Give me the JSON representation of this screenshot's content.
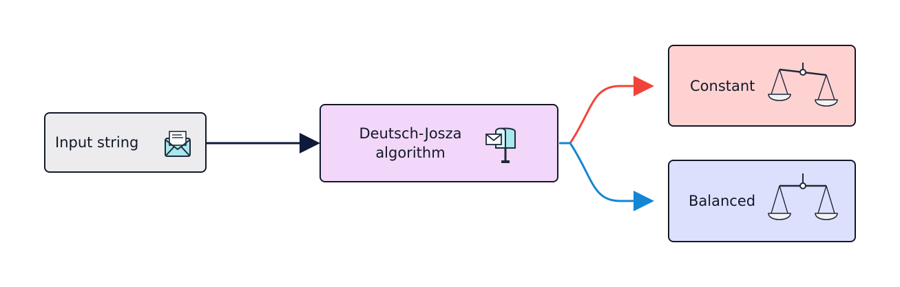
{
  "nodes": {
    "input": {
      "label": "Input string",
      "fill": "#ececee",
      "icon": "envelope-icon"
    },
    "algorithm": {
      "label_line1": "Deutsch-Josza",
      "label_line2": "algorithm",
      "fill": "#f2d7fb",
      "icon": "mailbox-icon"
    },
    "constant": {
      "label": "Constant",
      "fill": "#ffd2d2",
      "icon": "scale-icon"
    },
    "balanced": {
      "label": "Balanced",
      "fill": "#dde0fd",
      "icon": "scale-icon"
    }
  },
  "edges": [
    {
      "from": "input",
      "to": "algorithm",
      "color": "#0f1a3a"
    },
    {
      "from": "algorithm",
      "to": "constant",
      "color": "#f0443a"
    },
    {
      "from": "algorithm",
      "to": "balanced",
      "color": "#1386d6"
    }
  ]
}
